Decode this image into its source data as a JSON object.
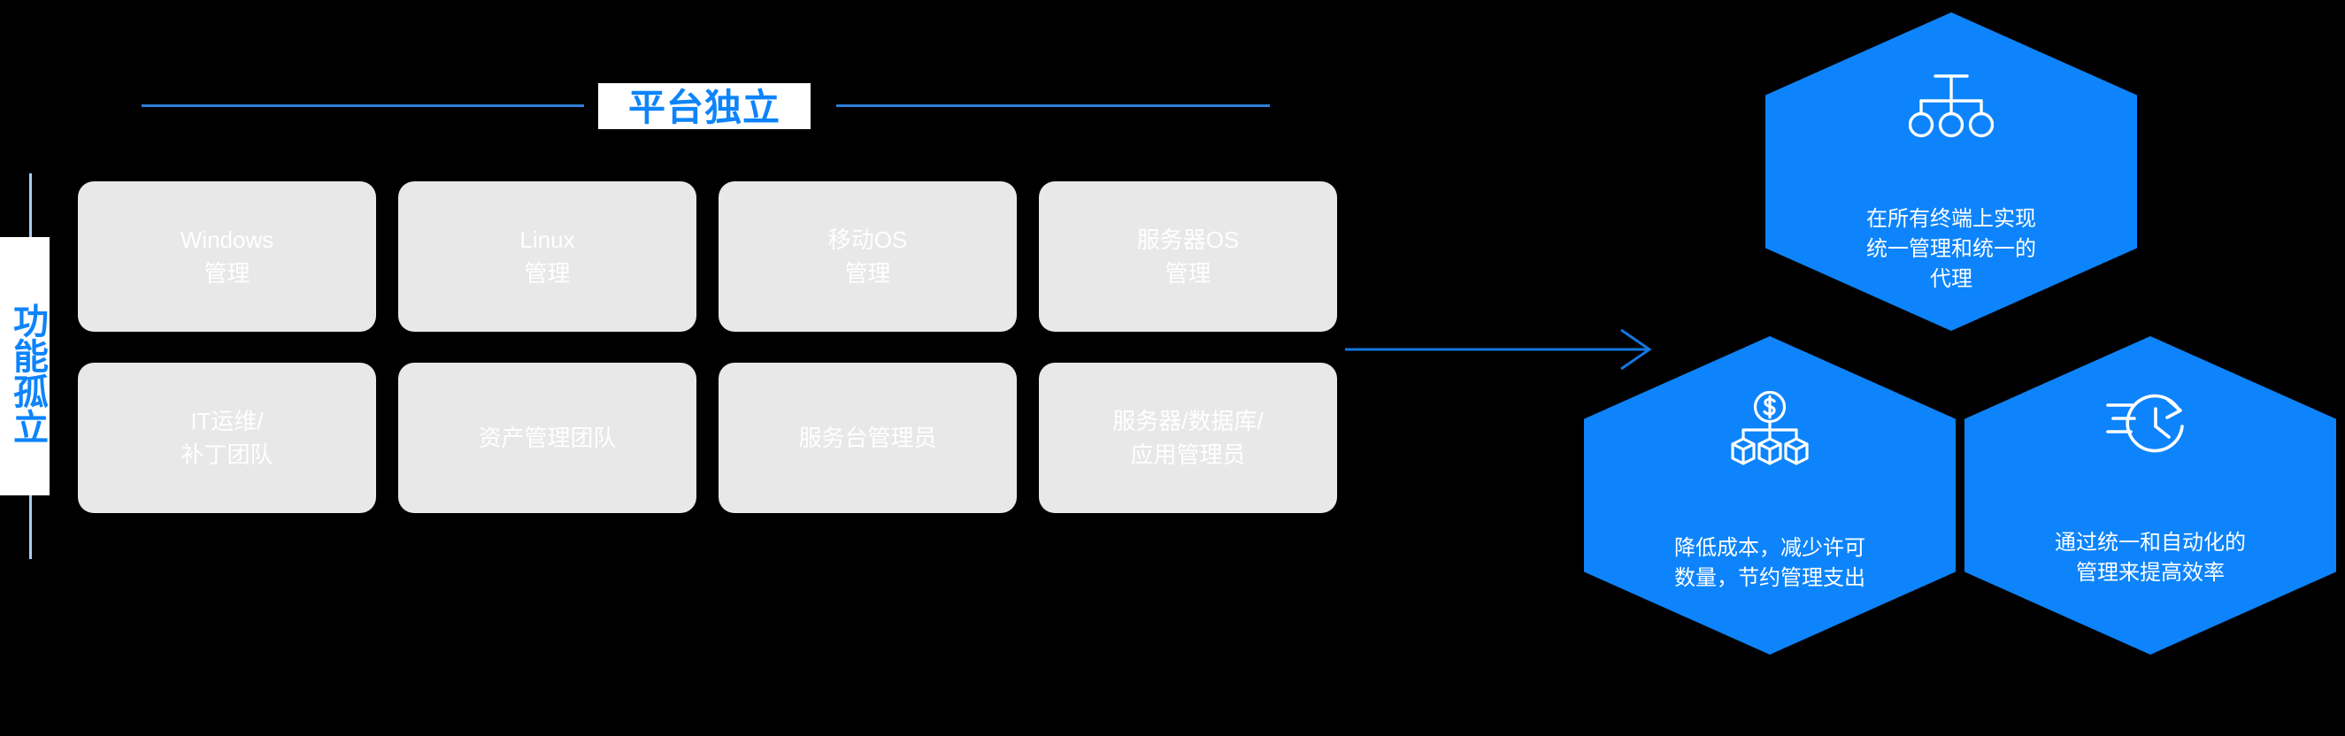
{
  "diagram": {
    "top_label": "平台独立",
    "left_label": "功能孤立",
    "arrow_name": "transition-arrow"
  },
  "cards": [
    {
      "id": "windows-management",
      "label": "Windows\n管理"
    },
    {
      "id": "linux-management",
      "label": "Linux\n管理"
    },
    {
      "id": "mobile-os-management",
      "label": "移动OS\n管理"
    },
    {
      "id": "server-os-management",
      "label": "服务器OS\n管理"
    },
    {
      "id": "it-ops-patch-team",
      "label": "IT运维/\n补丁团队"
    },
    {
      "id": "asset-management-team",
      "label": "资产管理团队"
    },
    {
      "id": "service-desk-admin",
      "label": "服务台管理员"
    },
    {
      "id": "server-db-app-admin",
      "label": "服务器/数据库/\n应用管理员"
    }
  ],
  "hexagons": [
    {
      "id": "unified-agent",
      "icon": "org-hierarchy-icon",
      "text": "在所有终端上实现\n统一管理和统一的\n代理"
    },
    {
      "id": "cost-reduction",
      "icon": "dollar-cubes-icon",
      "text": "降低成本，减少许可\n数量，节约管理支出"
    },
    {
      "id": "efficiency",
      "icon": "clock-speed-icon",
      "text": "通过统一和自动化的\n管理来提高效率"
    }
  ],
  "colors": {
    "background": "#000000",
    "accent_blue": "#0d84fb",
    "rule_blue": "#2f7fd8",
    "light_rule_blue": "#aacdef",
    "card_gray": "#e8e8e8",
    "card_text": "#ffffff"
  }
}
